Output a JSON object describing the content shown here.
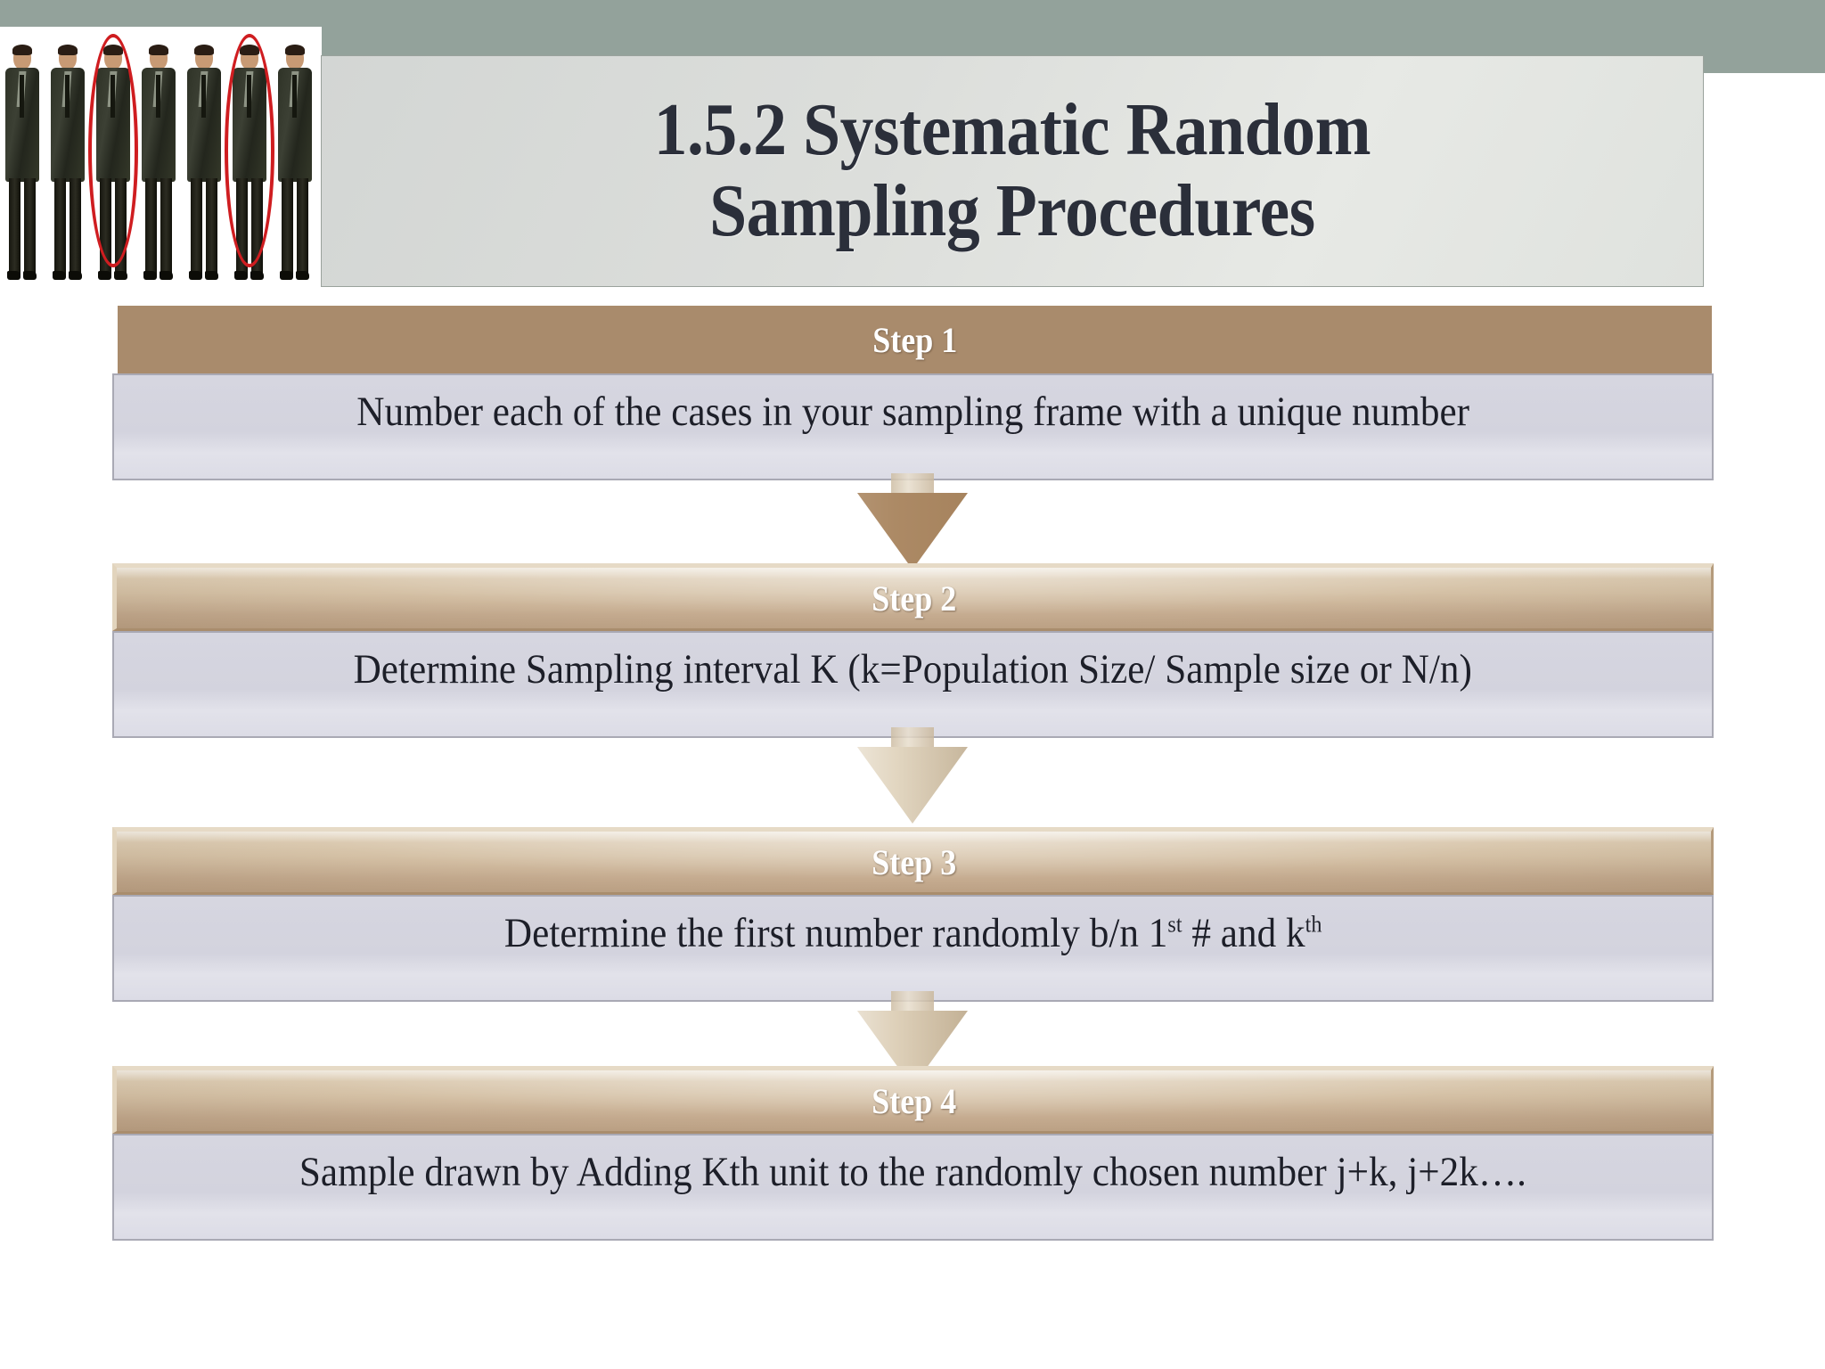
{
  "slide": {
    "title_line1": "1.5.2 Systematic Random",
    "title_line2": "Sampling Procedures",
    "background_color": "#ffffff",
    "band_color": "#93a29b",
    "title_panel_color": "#dcdedb",
    "accent_color": "#a98b6c",
    "body_box_color": "#d6d6e0"
  },
  "illustration": {
    "name": "people-lineup-photo",
    "description": "Row of identical businessmen figures with red ellipses marking selected units",
    "person_count": 7,
    "circled_indices": [
      2,
      5
    ],
    "circle_color": "#cf1d20"
  },
  "steps": [
    {
      "label": "Step 1",
      "text": "Number each of the cases in your sampling frame with a unique number",
      "header_style": "flat"
    },
    {
      "label": "Step 2",
      "text": "Determine Sampling interval K (k=Population Size/ Sample size or N/n)",
      "header_style": "bevel"
    },
    {
      "label": "Step 3",
      "text_parts": {
        "before": "Determine the first number randomly b/n 1",
        "sup1": "st",
        "middle": " #  and k",
        "sup2": "th"
      },
      "header_style": "bevel"
    },
    {
      "label": "Step 4",
      "text": "Sample drawn by Adding  Kth unit to the randomly chosen number j+k, j+2k….",
      "header_style": "bevel"
    }
  ],
  "arrows": [
    {
      "name": "arrow-step1-to-step2",
      "color": "#a9855f"
    },
    {
      "name": "arrow-step2-to-step3",
      "color": "#ddcfb6"
    },
    {
      "name": "arrow-step3-to-step4",
      "color": "#d8c8ad"
    }
  ]
}
